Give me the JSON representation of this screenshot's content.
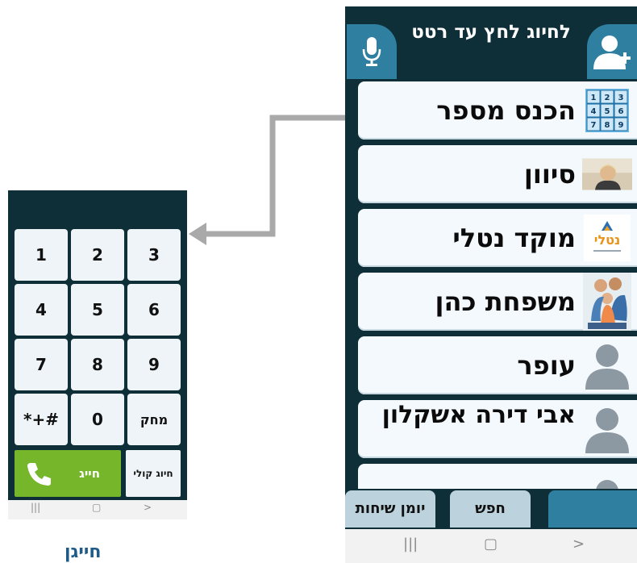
{
  "right_phone": {
    "header": {
      "title": "לחיוג לחץ עד רטט",
      "mic_icon": "microphone-icon",
      "contact_icon": "add-contact-icon"
    },
    "contacts": [
      {
        "name": "הכנס מספר",
        "thumb": "keypad-icon"
      },
      {
        "name": "סיוון",
        "thumb": "photo"
      },
      {
        "name": "מוקד נטלי",
        "thumb": "logo",
        "logo_text": "נטלי"
      },
      {
        "name": "משפחת כהן",
        "thumb": "photo"
      },
      {
        "name": "עופר",
        "thumb": "avatar-icon"
      },
      {
        "name": "אבי דירה אשקלון",
        "thumb": "avatar-icon"
      }
    ],
    "tabs": {
      "log": "יומן שיחות",
      "search": "חפש"
    }
  },
  "left_phone": {
    "keys": [
      "1",
      "2",
      "3",
      "4",
      "5",
      "6",
      "7",
      "8",
      "9",
      "*+#",
      "0",
      "מחק"
    ],
    "call_label": "חייג",
    "voice_label": "חיוג קולי"
  },
  "caption": "חייגן",
  "colors": {
    "background": "#0e2e38",
    "accent_blue": "#2f7fa0",
    "call_green": "#75b62a",
    "caption_blue": "#1f5b88",
    "arrow_gray": "#a9a9a9"
  }
}
